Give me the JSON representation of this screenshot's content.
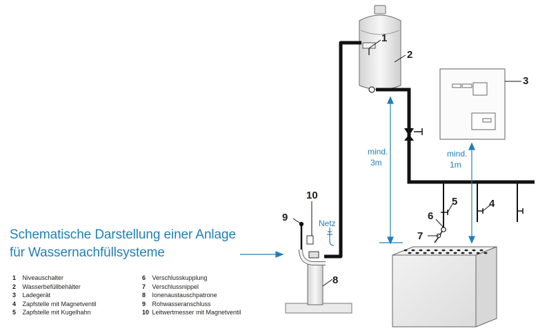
{
  "title": {
    "line1": "Schematische Darstellung einer Anlage",
    "line2": "für Wassernachfüllsysteme"
  },
  "callouts": [
    {
      "num": "1"
    },
    {
      "num": "2"
    },
    {
      "num": "3"
    },
    {
      "num": "4"
    },
    {
      "num": "5"
    },
    {
      "num": "6"
    },
    {
      "num": "7"
    },
    {
      "num": "8"
    },
    {
      "num": "9"
    },
    {
      "num": "10"
    }
  ],
  "labels": {
    "netz": "Netz",
    "distance_left": {
      "line1": "mind.",
      "line2": "3m"
    },
    "distance_right": {
      "line1": "mind.",
      "line2": "1m"
    }
  },
  "legend": [
    {
      "num": "1",
      "text": "Niveauschalter"
    },
    {
      "num": "2",
      "text": "Wasserbefüllbehälter"
    },
    {
      "num": "3",
      "text": "Ladegerät"
    },
    {
      "num": "4",
      "text": "Zapfstelle mit Magnetventil"
    },
    {
      "num": "5",
      "text": "Zapfstelle mit Kugelhahn"
    },
    {
      "num": "6",
      "text": "Verschlusskupplung"
    },
    {
      "num": "7",
      "text": "Verschlussnippel"
    },
    {
      "num": "8",
      "text": "Ionenaustauschpatrone"
    },
    {
      "num": "9",
      "text": "Rohwasseranschluss"
    },
    {
      "num": "10",
      "text": "Leitwertmesser mit Magnetventil"
    }
  ],
  "colors": {
    "accent": "#1e7fb7",
    "pipe": "#111111",
    "outline": "#5a5a5a",
    "fill_light": "#e6e6e6"
  }
}
